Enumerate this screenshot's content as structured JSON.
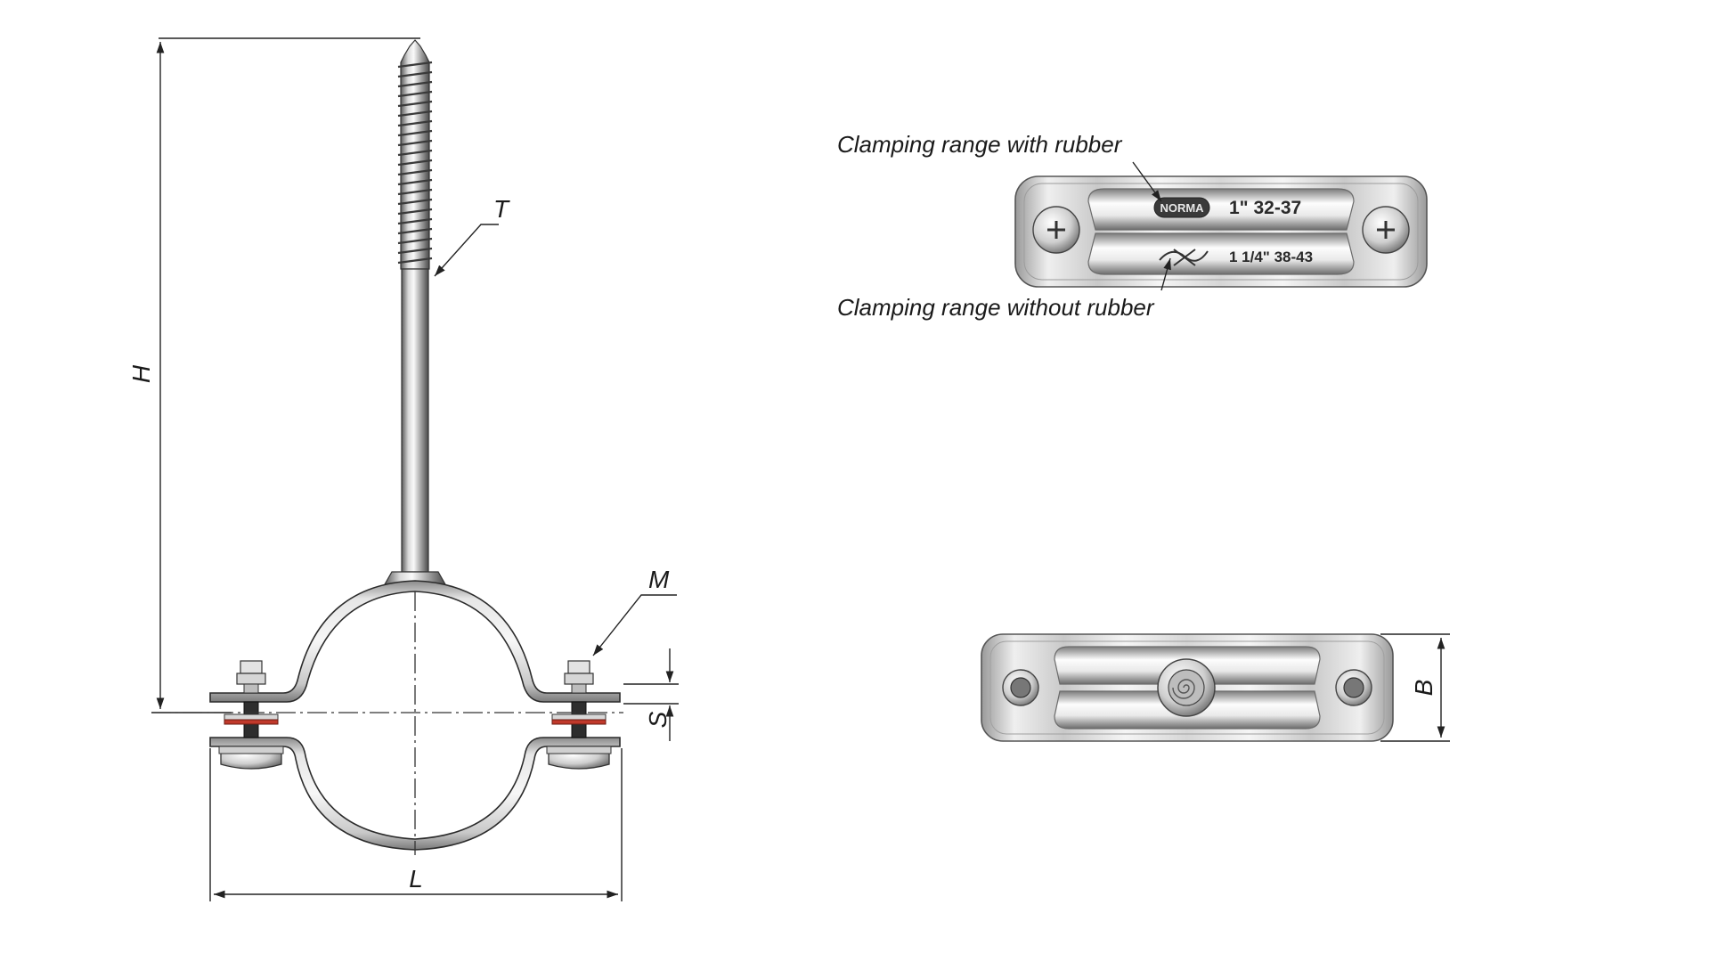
{
  "dimensions": {
    "height_label": "H",
    "thread_label": "T",
    "screw_label": "M",
    "gap_label": "S",
    "length_label": "L",
    "width_label": "B"
  },
  "callouts": {
    "with_rubber": "Clamping range with rubber",
    "without_rubber": "Clamping range without rubber"
  },
  "stamp": {
    "logo": "NORMA",
    "range_with_rubber": "1\" 32-37",
    "range_without_rubber": "1 1/4\" 38-43"
  },
  "colors": {
    "metal_light": "#f2f2f2",
    "metal_dark": "#6e6e6e",
    "rubber_accent": "#c0392b",
    "line": "#222222"
  }
}
